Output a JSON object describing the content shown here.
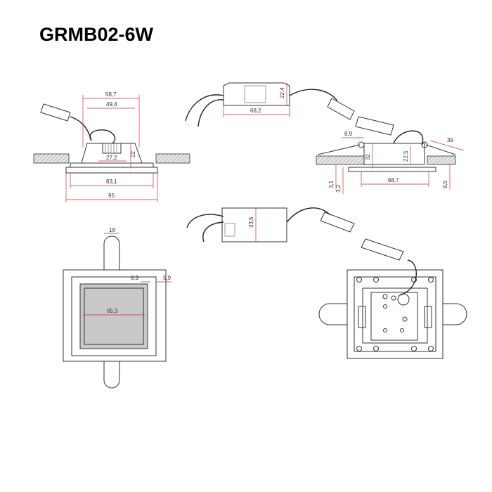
{
  "title": "GRMB02-6W",
  "dims": {
    "d58_7": "58,7",
    "d49_4": "49,4",
    "d27_2": "27,2",
    "d22": "22",
    "d83_1": "83,1",
    "d95": "95",
    "d68_2": "68,2",
    "d22_4": "22,4",
    "d8_9a": "8,9",
    "d39": "39",
    "d32": "32",
    "d22_5": "22,5",
    "d68_7": "68,7",
    "d3_1": "3,1",
    "d3_2": "3,2",
    "d9_5": "9,5",
    "d33_5": "33,5",
    "d18": "18",
    "d8_9b": "8,9",
    "d5_9": "5,9",
    "d65_3": "65,3"
  },
  "colors": {
    "dimension": "#d32f2f",
    "outline": "#333333",
    "panel": "#c8c8c8"
  }
}
